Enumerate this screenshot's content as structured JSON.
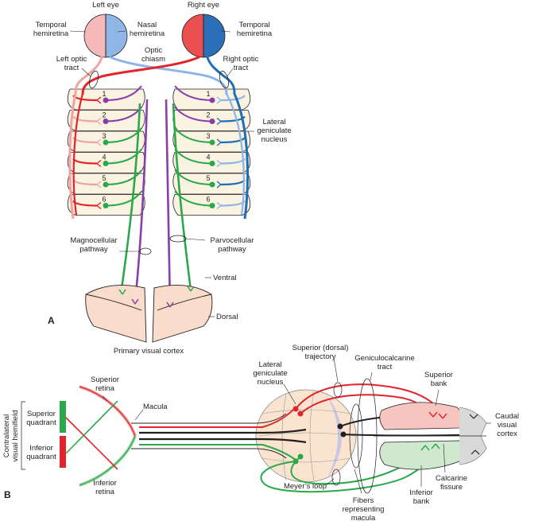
{
  "colors": {
    "left_eye_temporal": "#f4b9b8",
    "left_eye_nasal": "#8fb6e4",
    "right_eye_temporal": "#e9504f",
    "right_eye_nasal": "#2b6fb8",
    "red_fiber": "#e1252b",
    "pink_fiber": "#f1a3a3",
    "dark_blue_fiber": "#1f6db4",
    "light_blue_fiber": "#8db4e6",
    "magno_purple": "#8a3ea8",
    "parvo_green": "#2aa84a",
    "cortex_fill": "#f9dccb",
    "lgn_fill": "#fbe4cf",
    "bank_pink": "#f7c5c0",
    "bank_green": "#cfe9cf"
  },
  "panel_a": {
    "label": "A",
    "left_eye": "Left eye",
    "right_eye": "Right eye",
    "temporal_hemiretina_left": [
      "Temporal",
      "hemiretina"
    ],
    "nasal_hemiretina": [
      "Nasal",
      "hemiretina"
    ],
    "temporal_hemiretina_right": [
      "Temporal",
      "hemiretina"
    ],
    "optic_chiasm": [
      "Optic",
      "chiasm"
    ],
    "left_optic_tract": [
      "Left optic",
      "tract"
    ],
    "right_optic_tract": [
      "Right optic",
      "tract"
    ],
    "lgn": [
      "Lateral",
      "geniculate",
      "nucleus"
    ],
    "layers": [
      "1",
      "2",
      "3",
      "4",
      "5",
      "6"
    ],
    "magnocellular": [
      "Magnocellular",
      "pathway"
    ],
    "parvocellular": [
      "Parvocellular",
      "pathway"
    ],
    "ventral": "Ventral",
    "dorsal": "Dorsal",
    "primary_visual_cortex": "Primary visual cortex"
  },
  "panel_b": {
    "label": "B",
    "contralateral": [
      "Contralateral",
      "visual hemifield"
    ],
    "superior_quadrant": [
      "Superior",
      "quadrant"
    ],
    "inferior_quadrant": [
      "Inferior",
      "quadrant"
    ],
    "superior_retina": [
      "Superior",
      "retina"
    ],
    "inferior_retina": [
      "Inferior",
      "retina"
    ],
    "macula": "Macula",
    "lgn": [
      "Lateral",
      "geniculate",
      "nucleus"
    ],
    "superior_trajectory": [
      "Superior (dorsal)",
      "trajectory"
    ],
    "geniculocalcarine": [
      "Geniculocalcarine",
      "tract"
    ],
    "superior_bank": [
      "Superior",
      "bank"
    ],
    "caudal_cortex": [
      "Caudal",
      "visual",
      "cortex"
    ],
    "meyers_loop": "Meyer’s loop",
    "fibers_macula": [
      "Fibers",
      "representing",
      "macula"
    ],
    "inferior_bank": [
      "Inferior",
      "bank"
    ],
    "calcarine": [
      "Calcarine",
      "fissure"
    ]
  }
}
